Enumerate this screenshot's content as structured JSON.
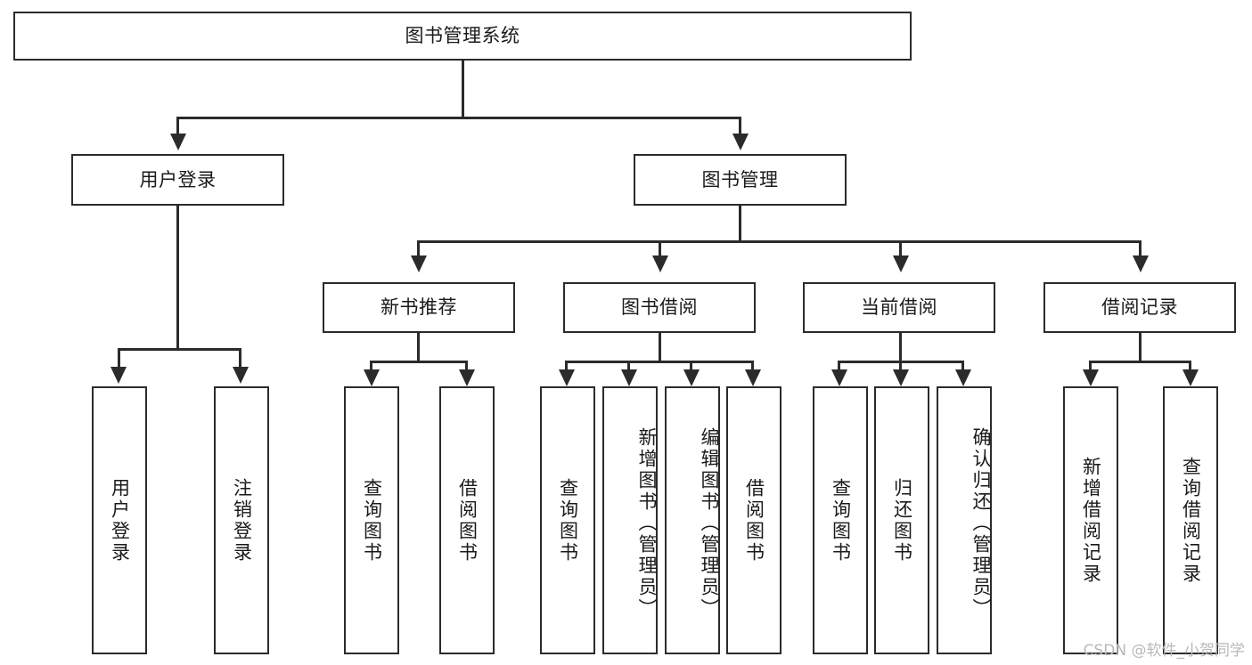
{
  "diagram": {
    "type": "tree-hierarchy",
    "title": "图书管理系统",
    "root": {
      "id": "root",
      "label": "图书管理系统"
    },
    "level2": [
      {
        "id": "user-login",
        "label": "用户登录"
      },
      {
        "id": "book-manage",
        "label": "图书管理"
      }
    ],
    "level3": [
      {
        "id": "new-book-rec",
        "label": "新书推荐",
        "parent": "book-manage"
      },
      {
        "id": "book-borrow",
        "label": "图书借阅",
        "parent": "book-manage"
      },
      {
        "id": "current-borrow",
        "label": "当前借阅",
        "parent": "book-manage"
      },
      {
        "id": "borrow-record",
        "label": "借阅记录",
        "parent": "book-manage"
      }
    ],
    "leaves": [
      {
        "id": "leaf-user-login",
        "label": "用户登录",
        "parent": "user-login"
      },
      {
        "id": "leaf-user-logout",
        "label": "注销登录",
        "parent": "user-login"
      },
      {
        "id": "leaf-query-book-1",
        "label": "查询图书",
        "parent": "new-book-rec"
      },
      {
        "id": "leaf-borrow-book-1",
        "label": "借阅图书",
        "parent": "new-book-rec"
      },
      {
        "id": "leaf-query-book-2",
        "label": "查询图书",
        "parent": "book-borrow"
      },
      {
        "id": "leaf-add-book",
        "label": "新增图书（管理员）",
        "parent": "book-borrow"
      },
      {
        "id": "leaf-edit-book",
        "label": "编辑图书（管理员）",
        "parent": "book-borrow"
      },
      {
        "id": "leaf-borrow-book-2",
        "label": "借阅图书",
        "parent": "book-borrow"
      },
      {
        "id": "leaf-query-book-3",
        "label": "查询图书",
        "parent": "current-borrow"
      },
      {
        "id": "leaf-return-book",
        "label": "归还图书",
        "parent": "current-borrow"
      },
      {
        "id": "leaf-confirm-return",
        "label": "确认归还（管理员）",
        "parent": "current-borrow"
      },
      {
        "id": "leaf-add-record",
        "label": "新增借阅记录",
        "parent": "borrow-record"
      },
      {
        "id": "leaf-query-record",
        "label": "查询借阅记录",
        "parent": "borrow-record"
      }
    ]
  },
  "watermark": {
    "text": "CSDN @软件_小贺同学"
  },
  "colors": {
    "stroke": "#2b2b2b",
    "fill": "#ffffff",
    "text": "#1a1a1a",
    "watermark": "#b9b9b9"
  }
}
